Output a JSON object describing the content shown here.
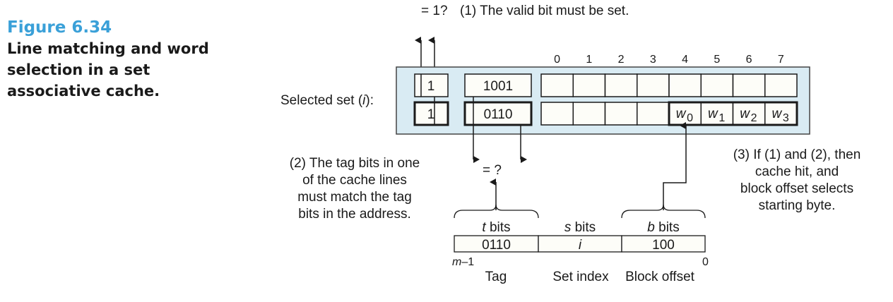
{
  "caption": {
    "figure_number": "Figure 6.34",
    "title": "Line matching and word selection in a set associative cache."
  },
  "colors": {
    "figure_number": "#3aa0d8",
    "panel_fill": "#d9ebf3",
    "cell_fill": "#fdfdf8",
    "stroke": "#1a1a1a"
  },
  "top_annotation": {
    "check": "= 1?",
    "note": "(1) The valid bit must be set."
  },
  "selected_set_label": "Selected set (i):",
  "selected_set_prefix": "Selected set (",
  "selected_set_var": "i",
  "selected_set_suffix": "):",
  "block_byte_indices": [
    "0",
    "1",
    "2",
    "3",
    "4",
    "5",
    "6",
    "7"
  ],
  "cache_lines": [
    {
      "valid": "1",
      "tag": "1001",
      "words": [
        "",
        "",
        "",
        "",
        "",
        "",
        "",
        ""
      ],
      "highlighted": false
    },
    {
      "valid": "1",
      "tag": "0110",
      "words": [
        "",
        "",
        "",
        "",
        "w0",
        "w1",
        "w2",
        "w3"
      ],
      "highlighted": true
    }
  ],
  "word_labels": [
    {
      "base": "w",
      "sub": "0"
    },
    {
      "base": "w",
      "sub": "1"
    },
    {
      "base": "w",
      "sub": "2"
    },
    {
      "base": "w",
      "sub": "3"
    }
  ],
  "tag_compare": "= ?",
  "note2": [
    "(2) The tag bits in one",
    "of the cache lines",
    "must match the tag",
    "bits in the address."
  ],
  "note3": [
    "(3) If (1) and (2), then",
    "cache hit, and",
    "block offset selects",
    "starting byte."
  ],
  "address": {
    "fields": [
      {
        "var": "t",
        "bits_label": " bits",
        "value": "0110",
        "value_italic": false,
        "name": "Tag"
      },
      {
        "var": "s",
        "bits_label": " bits",
        "value": "i",
        "value_italic": true,
        "name": "Set index"
      },
      {
        "var": "b",
        "bits_label": " bits",
        "value": "100",
        "value_italic": false,
        "name": "Block offset"
      }
    ],
    "msb_label": "m–1",
    "msb_var": "m",
    "msb_rest": "–1",
    "lsb_label": "0"
  }
}
